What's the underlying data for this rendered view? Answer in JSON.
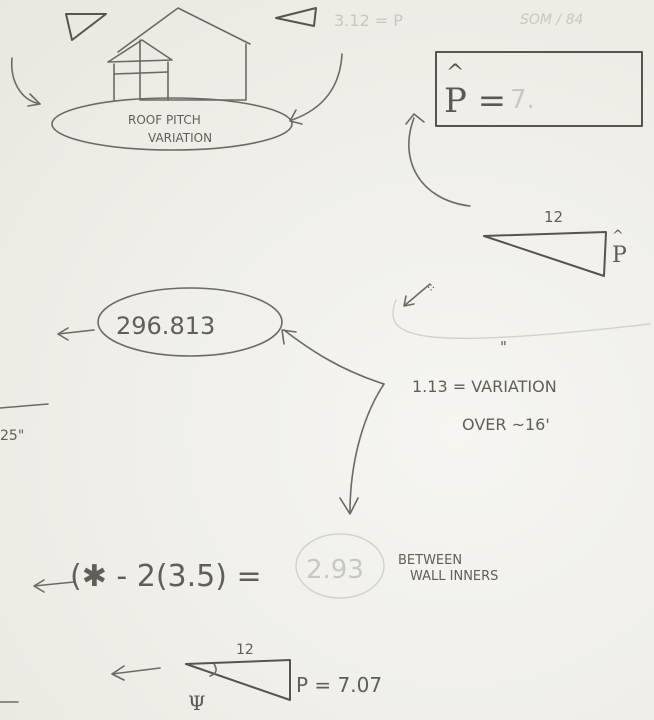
{
  "notes": {
    "top_right_formula": "3.12 = P",
    "top_right_corner": "SOM / 84",
    "roof_note_line1": "ROOF PITCH",
    "roof_note_line2": "VARIATION",
    "p_hat_box": "P =",
    "p_hat_box_value": "7.",
    "triangle_top_run": "12",
    "triangle_top_rise": "P",
    "measurement_oval": "296.813",
    "measurement_left": "25\"",
    "ditto_mark": "\"",
    "variation_line1": "1.13 = VARIATION",
    "variation_line2": "OVER ~16'",
    "equation_left": "(✱ - 2(3.5) =",
    "equation_result": "2.93",
    "between_line1": "BETWEEN",
    "between_line2": "WALL INNERS",
    "triangle_bottom_run": "12",
    "triangle_bottom_angle": "Ψ",
    "triangle_bottom_formula": "P = 7.07"
  },
  "colors": {
    "paper": "#efeee8",
    "pencil": "#6b6a66",
    "faint_pencil": "#c8c7c1"
  }
}
